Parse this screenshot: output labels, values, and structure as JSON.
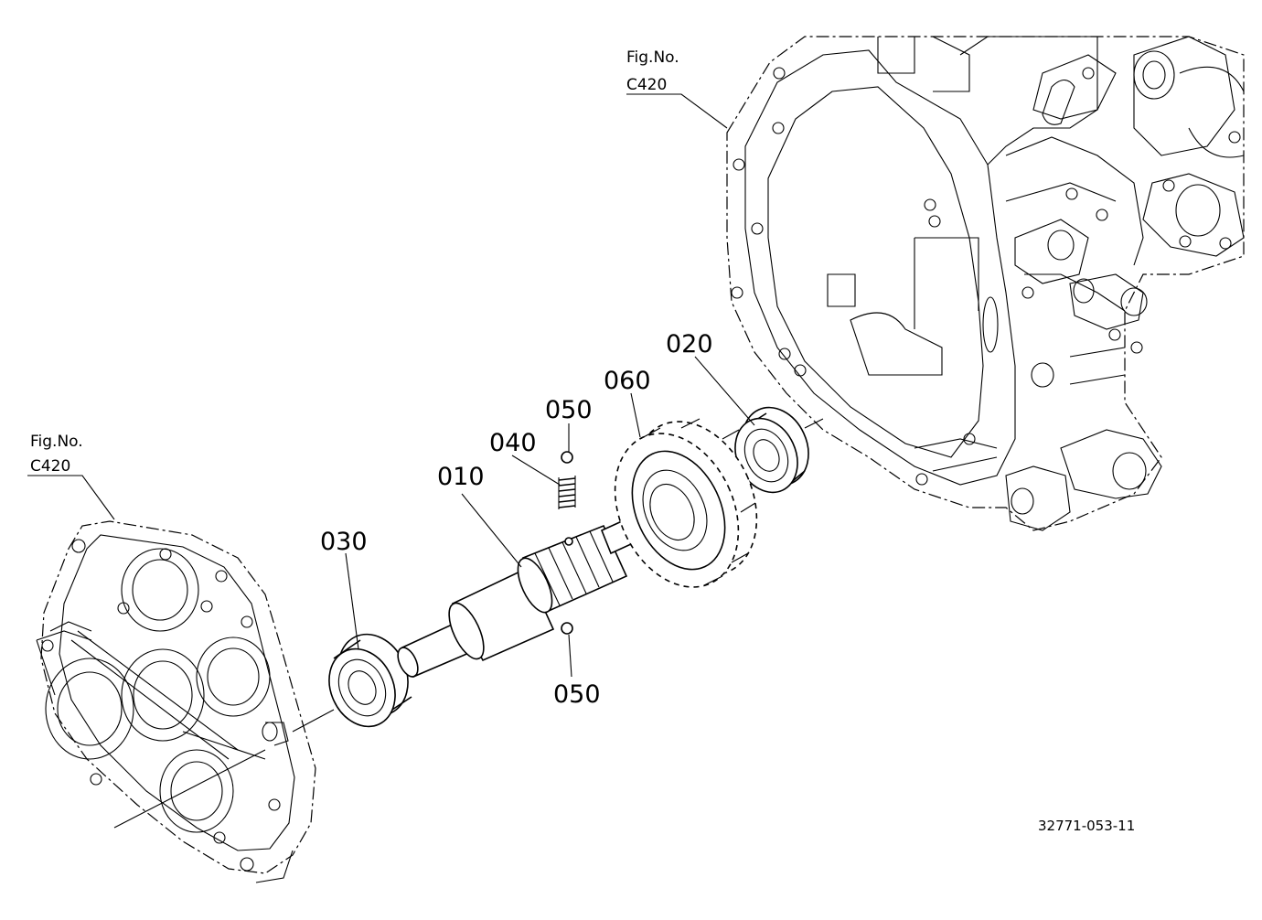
{
  "callouts": {
    "fig_ref_top": {
      "line1": "Fig.No.",
      "line2": "C420"
    },
    "fig_ref_left": {
      "line1": "Fig.No.",
      "line2": "C420"
    },
    "part_010": "010",
    "part_020": "020",
    "part_030": "030",
    "part_040": "040",
    "part_050_upper": "050",
    "part_050_lower": "050",
    "part_060": "060"
  },
  "drawing_number": "32771-053-11"
}
